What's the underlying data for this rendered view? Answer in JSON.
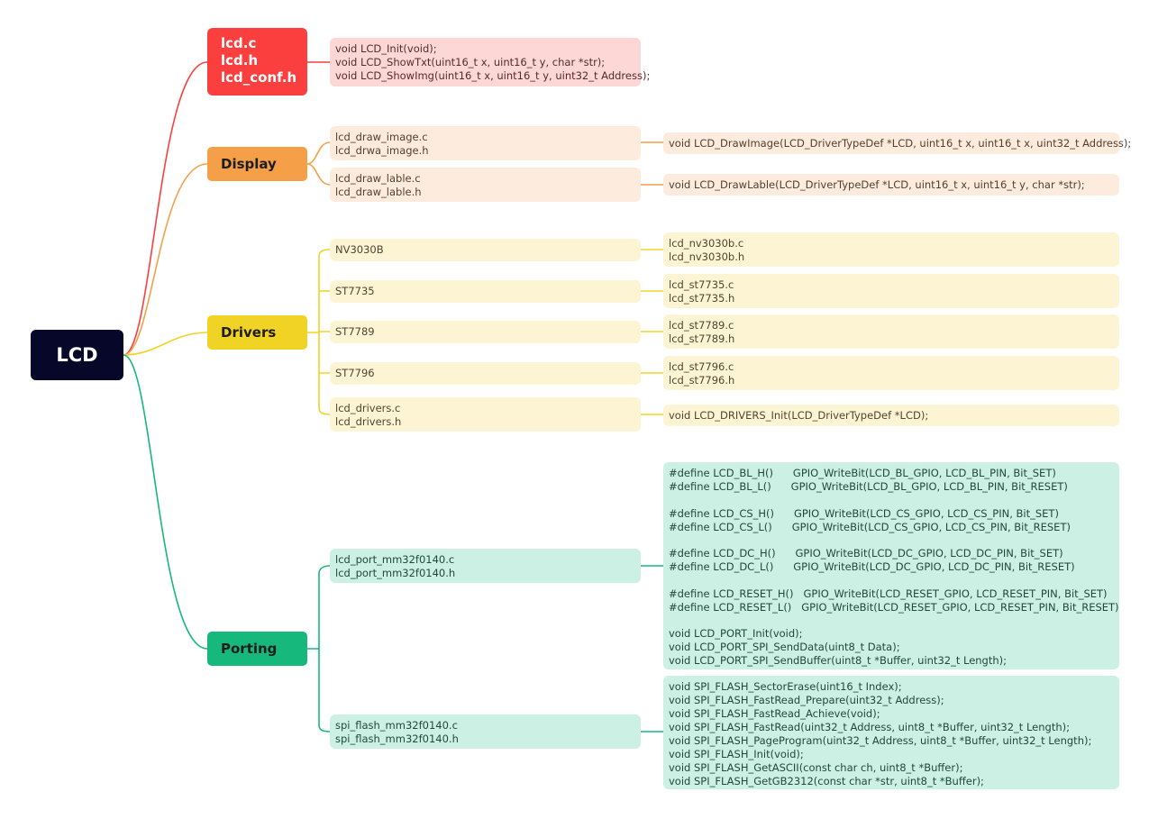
{
  "root": {
    "label": "LCD"
  },
  "colors": {
    "lcd": "#fb3f3e",
    "display": "#f59f48",
    "drivers": "#f1d326",
    "porting": "#16b87c",
    "root": "#07072a"
  },
  "lcd_branch": {
    "labels": [
      "lcd.c",
      "lcd.h",
      "lcd_conf.h"
    ],
    "detail": [
      "void LCD_Init(void);",
      "void LCD_ShowTxt(uint16_t x, uint16_t y, char *str);",
      "void LCD_ShowImg(uint16_t x, uint16_t y, uint32_t Address);"
    ]
  },
  "display_branch": {
    "label": "Display",
    "children": [
      {
        "lines": [
          "lcd_draw_image.c",
          "lcd_drwa_image.h"
        ],
        "detail": "void LCD_DrawImage(LCD_DriverTypeDef *LCD, uint16_t x, uint16_t x, uint32_t Address);"
      },
      {
        "lines": [
          "lcd_draw_lable.c",
          "lcd_draw_lable.h"
        ],
        "detail": "void LCD_DrawLable(LCD_DriverTypeDef *LCD, uint16_t x, uint16_t y, char *str);"
      }
    ]
  },
  "drivers_branch": {
    "label": "Drivers",
    "children": [
      {
        "lines": [
          "NV3030B"
        ],
        "detail": [
          "lcd_nv3030b.c",
          "lcd_nv3030b.h"
        ]
      },
      {
        "lines": [
          "ST7735"
        ],
        "detail": [
          "lcd_st7735.c",
          "lcd_st7735.h"
        ]
      },
      {
        "lines": [
          "ST7789"
        ],
        "detail": [
          "lcd_st7789.c",
          "lcd_st7789.h"
        ]
      },
      {
        "lines": [
          "ST7796"
        ],
        "detail": [
          "lcd_st7796.c",
          "lcd_st7796.h"
        ]
      },
      {
        "lines": [
          "lcd_drivers.c",
          "lcd_drivers.h"
        ],
        "detail": [
          "void LCD_DRIVERS_Init(LCD_DriverTypeDef *LCD);"
        ]
      }
    ]
  },
  "porting_branch": {
    "label": "Porting",
    "children": [
      {
        "lines": [
          "lcd_port_mm32f0140.c",
          "lcd_port_mm32f0140.h"
        ],
        "detail": [
          "#define LCD_BL_H()      GPIO_WriteBit(LCD_BL_GPIO, LCD_BL_PIN, Bit_SET)",
          "#define LCD_BL_L()      GPIO_WriteBit(LCD_BL_GPIO, LCD_BL_PIN, Bit_RESET)",
          "",
          "#define LCD_CS_H()      GPIO_WriteBit(LCD_CS_GPIO, LCD_CS_PIN, Bit_SET)",
          "#define LCD_CS_L()      GPIO_WriteBit(LCD_CS_GPIO, LCD_CS_PIN, Bit_RESET)",
          "",
          "#define LCD_DC_H()      GPIO_WriteBit(LCD_DC_GPIO, LCD_DC_PIN, Bit_SET)",
          "#define LCD_DC_L()      GPIO_WriteBit(LCD_DC_GPIO, LCD_DC_PIN, Bit_RESET)",
          "",
          "#define LCD_RESET_H()   GPIO_WriteBit(LCD_RESET_GPIO, LCD_RESET_PIN, Bit_SET)",
          "#define LCD_RESET_L()   GPIO_WriteBit(LCD_RESET_GPIO, LCD_RESET_PIN, Bit_RESET)",
          "",
          "void LCD_PORT_Init(void);",
          "void LCD_PORT_SPI_SendData(uint8_t Data);",
          "void LCD_PORT_SPI_SendBuffer(uint8_t *Buffer, uint32_t Length);"
        ]
      },
      {
        "lines": [
          "spi_flash_mm32f0140.c",
          "spi_flash_mm32f0140.h"
        ],
        "detail": [
          "void SPI_FLASH_SectorErase(uint16_t Index);",
          "void SPI_FLASH_FastRead_Prepare(uint32_t Address);",
          "void SPI_FLASH_FastRead_Achieve(void);",
          "void SPI_FLASH_FastRead(uint32_t Address, uint8_t *Buffer, uint32_t Length);",
          "void SPI_FLASH_PageProgram(uint32_t Address, uint8_t *Buffer, uint32_t Length);",
          "void SPI_FLASH_Init(void);",
          "void SPI_FLASH_GetASCII(const char ch, uint8_t *Buffer);",
          "void SPI_FLASH_GetGB2312(const char *str, uint8_t *Buffer);"
        ]
      }
    ]
  }
}
